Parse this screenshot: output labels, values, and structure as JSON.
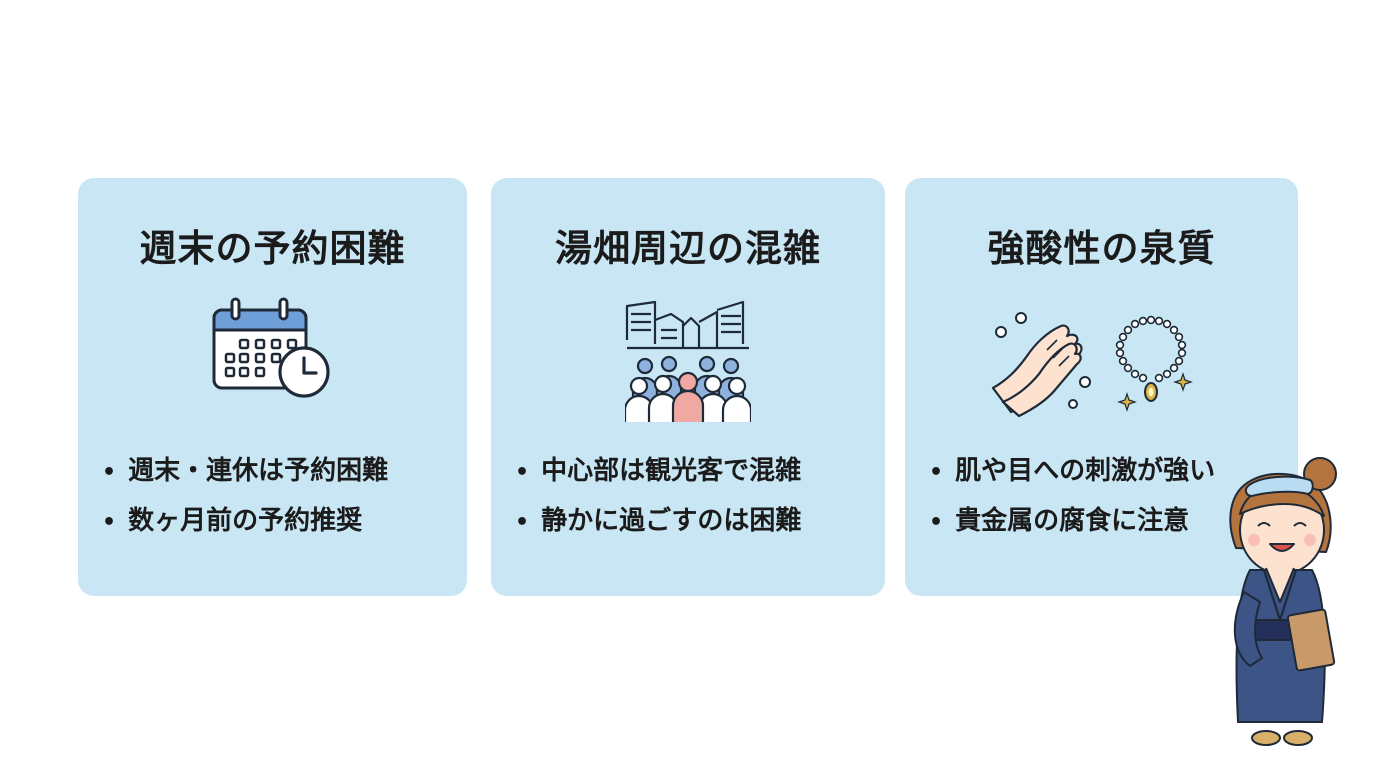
{
  "colors": {
    "card_background": "#c8e6f4",
    "outline": "#1e2a38",
    "calendar_header": "#6f9fd8",
    "crowd_blue": "#8fb1de",
    "crowd_highlight": "#f0a8a2",
    "skin": "#fce2cf",
    "jewel_gold": "#d9b44a",
    "yukata_navy": "#3d5487",
    "hair_brown": "#b4743e"
  },
  "cards": [
    {
      "title": "週末の予約困難",
      "icon": "calendar-clock-icon",
      "bullets": [
        "週末・連休は予約困難",
        "数ヶ月前の予約推奨"
      ]
    },
    {
      "title": "湯畑周辺の混雑",
      "icon": "crowd-in-town-icon",
      "bullets": [
        "中心部は観光客で混雑",
        "静かに過ごすのは困難"
      ]
    },
    {
      "title": "強酸性の泉質",
      "icon": "hands-and-necklace-icon",
      "bullets": [
        "肌や目への刺激が強い",
        "貴金属の腐食に注意"
      ]
    }
  ],
  "mascot": {
    "icon": "yukata-girl-mascot"
  }
}
